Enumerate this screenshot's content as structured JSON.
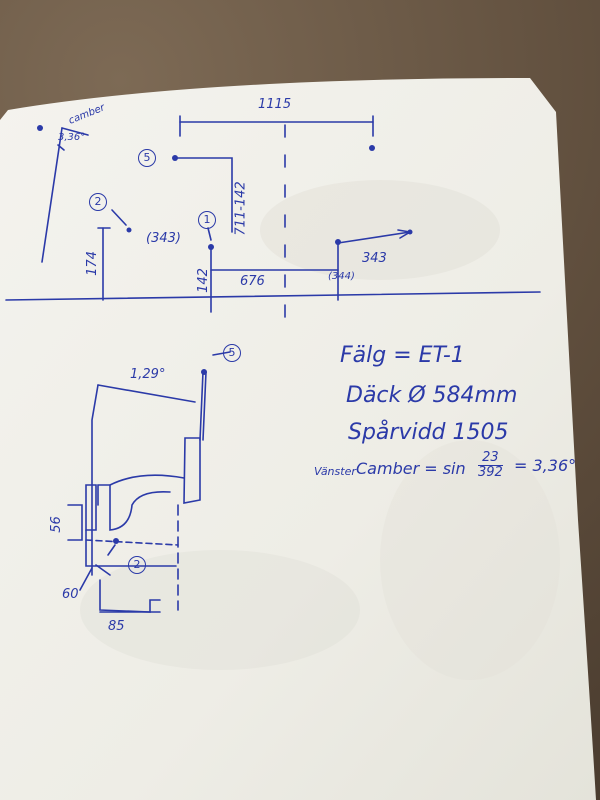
{
  "sketch_top": {
    "dim_1115": "1115",
    "dim_676": "676",
    "dim_343_right": "343",
    "dim_344": "(344)",
    "dim_343_left": "(343)",
    "dim_174": "174",
    "dim_142": "142",
    "dim_diff": "711-142",
    "camber_label": "camber",
    "camber_value": "3,36°",
    "markers": [
      "5",
      "2",
      "1"
    ]
  },
  "sketch_bottom": {
    "angle": "1,29°",
    "dim_56": "56",
    "dim_60": "60",
    "dim_85": "85",
    "markers": [
      "5",
      "2"
    ]
  },
  "notes": {
    "falg": "Fälg = ET-1",
    "dack": "Däck Ø 584mm",
    "sparvidd": "Spårvidd 1505",
    "camber_prefix": "Vänster",
    "camber_word": "Camber = sin",
    "camber_num": "23",
    "camber_den": "392",
    "camber_result": "= 3,36°"
  },
  "colors": {
    "ink": "#2b3aa8",
    "paper": "#f3f2ec",
    "background": "#5e4d3c"
  }
}
